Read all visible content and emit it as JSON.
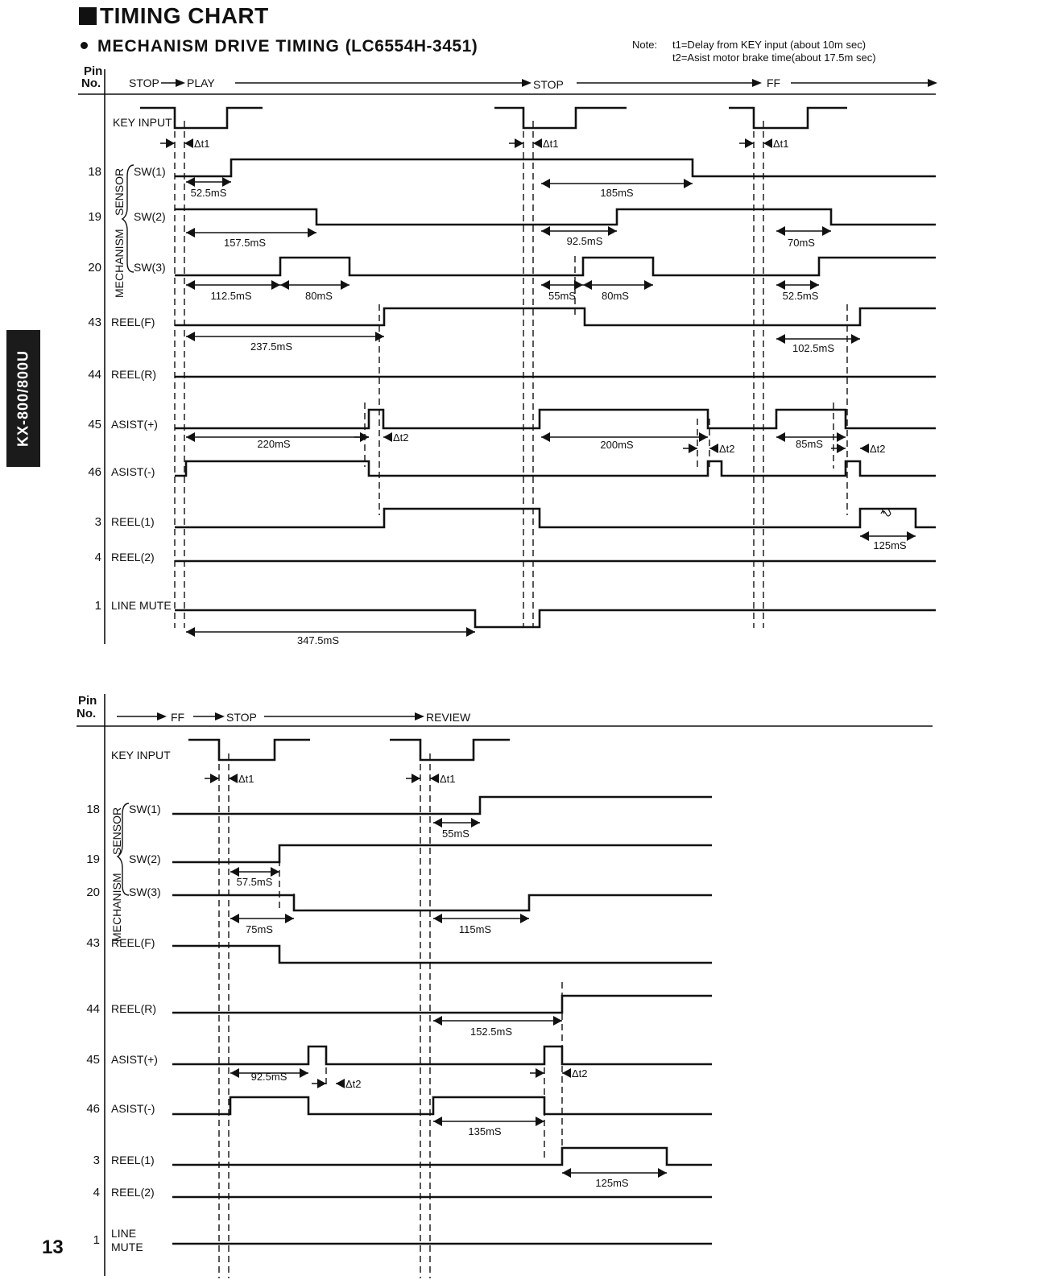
{
  "header": {
    "title": "TIMING CHART",
    "subtitle": "MECHANISM DRIVE TIMING",
    "model": "(LC6554H-3451)",
    "note_label": "Note:",
    "note_t1": "t1=Delay from KEY input (about 10m sec)",
    "note_t2": "t2=Asist motor brake time(about 17.5m sec)"
  },
  "side_tab": "KX-800/800U",
  "page_number": "13",
  "group_label": "MECHANISM",
  "group_sublabel": "SENSOR",
  "pin_header": [
    "Pin",
    "No."
  ],
  "diagrams": [
    {
      "id": "top",
      "modes": [
        "STOP",
        "PLAY",
        "STOP",
        "FF"
      ],
      "signals": [
        {
          "pin": "",
          "label": "KEY INPUT"
        },
        {
          "pin": "18",
          "label": "SW(1)"
        },
        {
          "pin": "19",
          "label": "SW(2)"
        },
        {
          "pin": "20",
          "label": "SW(3)"
        },
        {
          "pin": "43",
          "label": "REEL(F)"
        },
        {
          "pin": "44",
          "label": "REEL(R)"
        },
        {
          "pin": "45",
          "label": "ASIST(+)"
        },
        {
          "pin": "46",
          "label": "ASIST(-)"
        },
        {
          "pin": "3",
          "label": "REEL(1)"
        },
        {
          "pin": "4",
          "label": "REEL(2)"
        },
        {
          "pin": "1",
          "label": "LINE MUTE"
        }
      ],
      "delay_labels": [
        "Δt1",
        "Δt1",
        "Δt1",
        "Δt2",
        "Δt2",
        "Δt2"
      ],
      "durations": [
        "52.5mS",
        "185mS",
        "157.5mS",
        "92.5mS",
        "70mS",
        "112.5mS",
        "80mS",
        "55mS",
        "80mS",
        "52.5mS",
        "237.5mS",
        "102.5mS",
        "220mS",
        "200mS",
        "85mS",
        "125mS",
        "347.5mS"
      ]
    },
    {
      "id": "bottom",
      "modes": [
        "FF",
        "STOP",
        "REVIEW"
      ],
      "signals": [
        {
          "pin": "",
          "label": "KEY INPUT"
        },
        {
          "pin": "18",
          "label": "SW(1)"
        },
        {
          "pin": "19",
          "label": "SW(2)"
        },
        {
          "pin": "20",
          "label": "SW(3)"
        },
        {
          "pin": "43",
          "label": "REEL(F)"
        },
        {
          "pin": "44",
          "label": "REEL(R)"
        },
        {
          "pin": "45",
          "label": "ASIST(+)"
        },
        {
          "pin": "46",
          "label": "ASIST(-)"
        },
        {
          "pin": "3",
          "label": "REEL(1)"
        },
        {
          "pin": "4",
          "label": "REEL(2)"
        },
        {
          "pin": "1",
          "label": "LINE MUTE"
        }
      ],
      "delay_labels": [
        "Δt1",
        "Δt1",
        "Δt2",
        "Δt2"
      ],
      "durations": [
        "55mS",
        "57.5mS",
        "75mS",
        "115mS",
        "152.5mS",
        "92.5mS",
        "135mS",
        "125mS"
      ]
    }
  ]
}
